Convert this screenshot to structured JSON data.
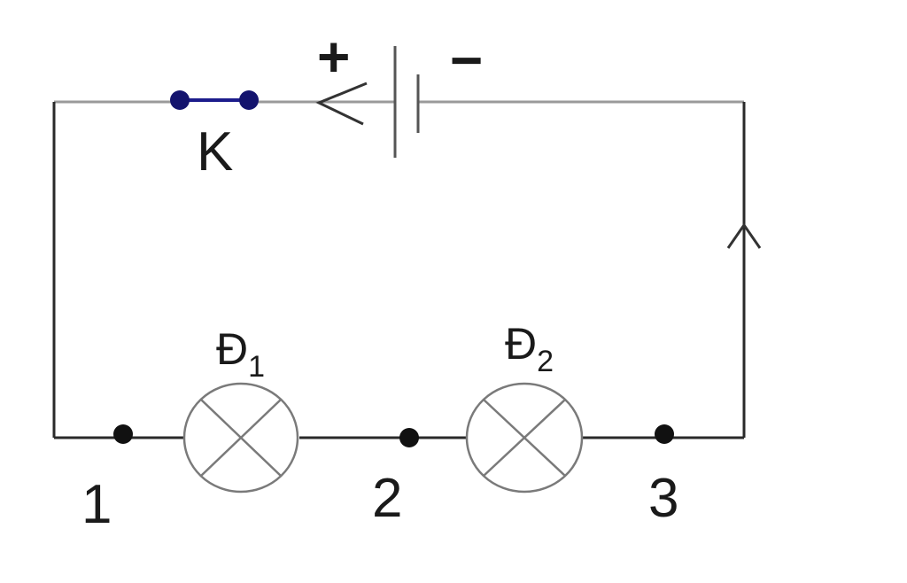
{
  "diagram": {
    "switch_label": "K",
    "battery": {
      "plus_sign": "+",
      "minus_sign": "−"
    },
    "lamps": [
      {
        "symbol": "Đ",
        "subscript": "1"
      },
      {
        "symbol": "Đ",
        "subscript": "2"
      }
    ],
    "points": [
      "1",
      "2",
      "3"
    ],
    "colors": {
      "wire_top": "#9a9a9a",
      "wire_main": "#2a2a2a",
      "switch": "#1c1c8c",
      "lamp": "#7a7a7a"
    }
  }
}
